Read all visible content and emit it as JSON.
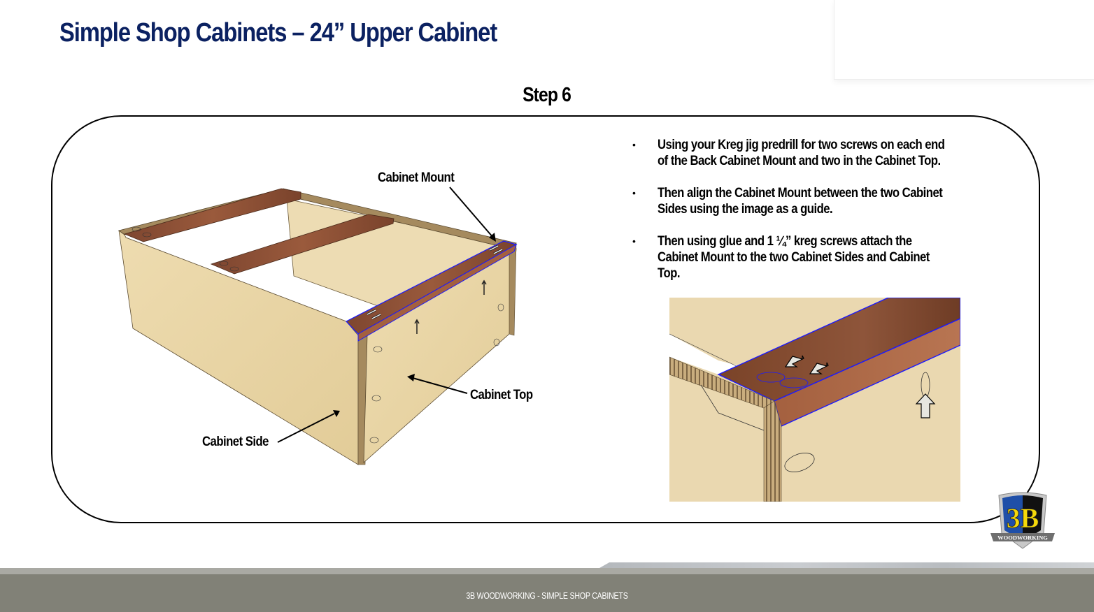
{
  "slide": {
    "title": "Simple Shop Cabinets – 24” Upper Cabinet",
    "step_heading": "Step 6"
  },
  "instructions": {
    "bullet_symbol": "•",
    "items": [
      {
        "text": "Using your Kreg jig predrill for two screws on each end of the Back Cabinet Mount and two in the Cabinet Top."
      },
      {
        "text": "Then align the Cabinet Mount between the two Cabinet Sides using the image as a guide."
      },
      {
        "text": "Then using glue and 1 ¼” kreg screws attach the Cabinet Mount to the two Cabinet Sides and Cabinet Top."
      }
    ]
  },
  "diagram": {
    "labels": {
      "cabinet_mount": "Cabinet Mount",
      "cabinet_top": "Cabinet Top",
      "cabinet_side": "Cabinet Side"
    }
  },
  "logo": {
    "text": "3B",
    "subtext": "WOODWORKING",
    "colors": {
      "blue": "#1f4fa8",
      "yellow": "#f5d90a",
      "black": "#111111",
      "silver": "#b8b8b8"
    }
  },
  "footer": {
    "text": "3B WOODWORKING - SIMPLE SHOP CABINETS"
  },
  "colors": {
    "title": "#0b2161",
    "footer_bar": "#818177",
    "footer_strip": "#a9a9a3",
    "plywood": "#e8d5a8",
    "mount_wood": "#8a4e33",
    "highlight": "#1a1aff"
  }
}
